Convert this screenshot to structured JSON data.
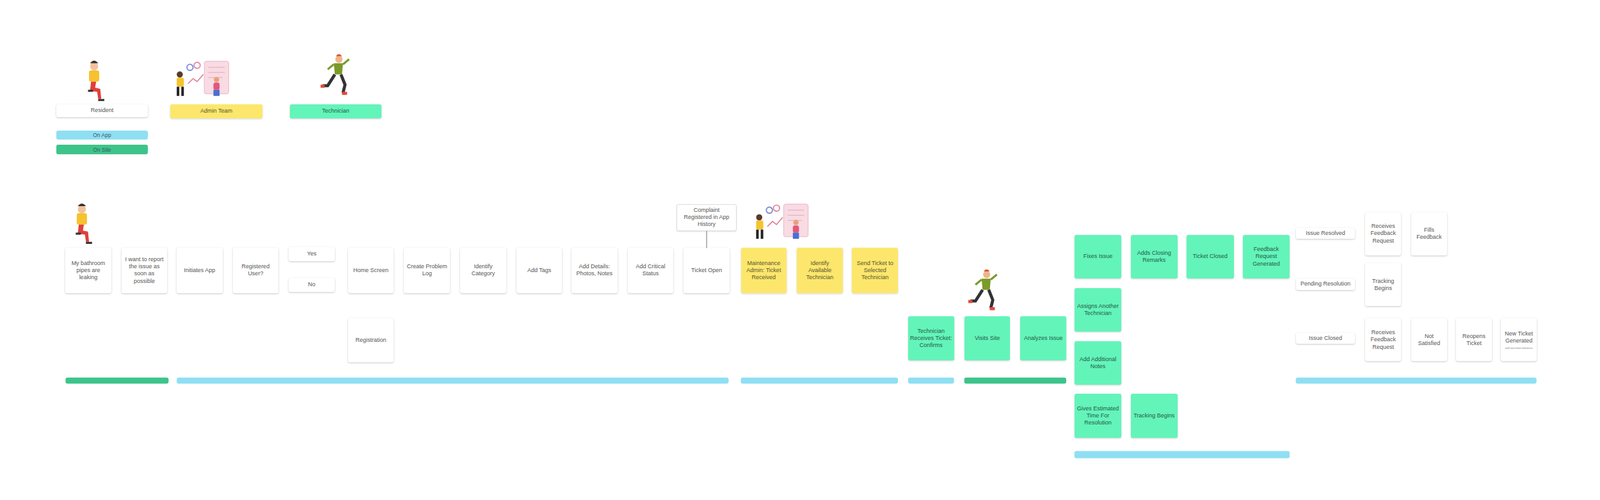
{
  "diagram": {
    "nodes": [
      {
        "text": [
          "Resident"
        ]
      },
      {
        "text": [
          "Admin Team"
        ]
      },
      {
        "text": [
          "Technician"
        ]
      },
      {
        "text": [
          "My bathroom pipes are leaking"
        ]
      },
      {
        "text": [
          "I want to report the issue as soon as possible"
        ]
      },
      {
        "text": [
          "Initiates App"
        ]
      },
      {
        "text": [
          "Registered User?"
        ]
      },
      {
        "text": [
          "Yes"
        ]
      },
      {
        "text": [
          "No"
        ]
      },
      {
        "text": [
          "Home Screen"
        ]
      },
      {
        "text": [
          "Registration"
        ]
      },
      {
        "text": [
          "Create Problem Log"
        ]
      },
      {
        "text": [
          "Identify Category"
        ]
      },
      {
        "text": [
          "Add Tags"
        ]
      },
      {
        "text": [
          "Add Details: Photos, Notes"
        ]
      },
      {
        "text": [
          "Add Critical Status"
        ]
      },
      {
        "text": [
          "Complaint Registered in App History"
        ]
      },
      {
        "text": [
          "Ticket Open"
        ]
      },
      {
        "text": [
          "Maintenance Admin: Ticket Received"
        ]
      },
      {
        "text": [
          "Identify Available Technician"
        ]
      },
      {
        "text": [
          "Send Ticket to Selected Technician"
        ]
      },
      {
        "text": [
          "Technician Receives Ticket: Confirms"
        ]
      },
      {
        "text": [
          "Visits Site"
        ]
      },
      {
        "text": [
          "Analyzes Issue"
        ]
      },
      {
        "text": [
          "Fixes Issue"
        ]
      },
      {
        "text": [
          "Assigns Another Technician"
        ]
      },
      {
        "text": [
          "Add Additional Notes"
        ]
      },
      {
        "text": [
          "Gives Estimated Time For Resolution"
        ]
      },
      {
        "text": [
          "Adds Closing Remarks"
        ]
      },
      {
        "text": [
          "Tracking Begins"
        ]
      },
      {
        "text": [
          "Ticket Closed"
        ]
      },
      {
        "text": [
          "Feedback Request Generated"
        ]
      },
      {
        "text": [
          "Issue Resolved"
        ]
      },
      {
        "text": [
          "Pending Resolution"
        ]
      },
      {
        "text": [
          "Issue Closed"
        ]
      },
      {
        "text": [
          "Receives Feedback Request"
        ]
      },
      {
        "text": [
          "Fills Feedback"
        ]
      },
      {
        "text": [
          "Tracking Begins"
        ]
      },
      {
        "text": [
          "Receives Feedback Request"
        ]
      },
      {
        "text": [
          "Not Satisfied"
        ]
      },
      {
        "text": [
          "Reopens Ticket"
        ]
      },
      {
        "text": [
          "New Ticket Generated",
          "with last ticket reference"
        ]
      }
    ],
    "edges": [
      {
        "from": 16,
        "to": 17,
        "arrow": "none"
      }
    ],
    "legend": [
      {
        "text": "On App",
        "color": "#8fdff3"
      },
      {
        "text": "On Site",
        "color": "#3dc48b"
      }
    ]
  }
}
